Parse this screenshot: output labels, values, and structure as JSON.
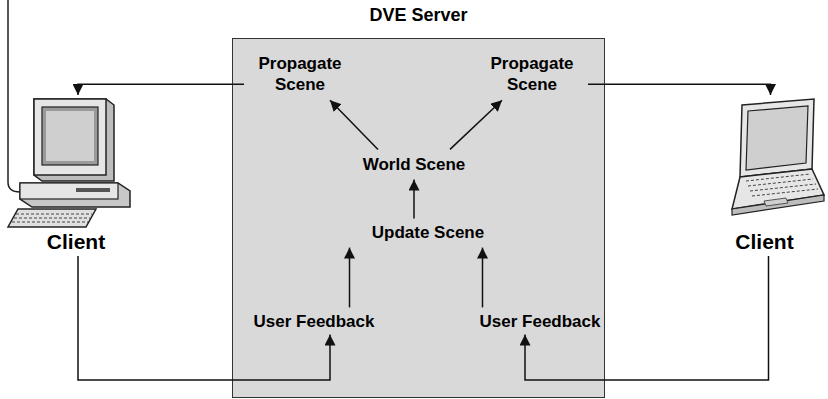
{
  "diagram": {
    "nodes": [
      {
        "text": [
          "DVE Server"
        ]
      },
      {
        "text": [
          "Propagate Scene"
        ],
        "in": 0
      },
      {
        "text": [
          "Propagate Scene"
        ],
        "in": 0
      },
      {
        "text": [
          "World Scene"
        ],
        "in": 0
      },
      {
        "text": [
          "Update Scene"
        ],
        "in": 0
      },
      {
        "text": [
          "User Feedback"
        ],
        "in": 0
      },
      {
        "text": [
          "User Feedback"
        ],
        "in": 0
      },
      {
        "text": [
          "Client"
        ]
      },
      {
        "text": [
          "Client"
        ]
      }
    ],
    "edges": [
      {
        "from": 1,
        "to": 7,
        "arrow": "to"
      },
      {
        "from": 2,
        "to": 8,
        "arrow": "to"
      },
      {
        "from": 3,
        "to": 1,
        "arrow": "to"
      },
      {
        "from": 3,
        "to": 2,
        "arrow": "to"
      },
      {
        "from": 4,
        "to": 3,
        "arrow": "to"
      },
      {
        "from": 5,
        "to": 4,
        "arrow": "to"
      },
      {
        "from": 6,
        "to": 4,
        "arrow": "to"
      },
      {
        "from": 7,
        "to": 5,
        "arrow": "to"
      },
      {
        "from": 8,
        "to": 6,
        "arrow": "to"
      }
    ]
  }
}
